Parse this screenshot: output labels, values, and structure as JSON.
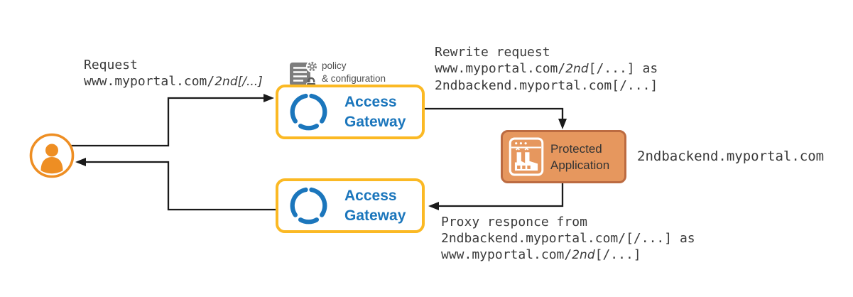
{
  "colors": {
    "user_orange": "#EE8E23",
    "gateway_border": "#FBB924",
    "gateway_blue": "#1B76BC",
    "app_fill": "#E6975E",
    "app_border": "#BC6B41",
    "policy_gray": "#7D7D7D",
    "line_black": "#1A1A1A",
    "text_dark": "#3A3A3A"
  },
  "icons": {
    "user": "user-icon",
    "access_gateway": "broken-circle-icon",
    "protected_application": "factory-window-icon",
    "policy": "document-gear-lock-icon"
  },
  "labels": {
    "request": {
      "line1": "Request",
      "line2_prefix": "www.myportal.com/",
      "line2_italic": "2nd[/...]"
    },
    "policy": {
      "line1": "policy",
      "line2": "& configuration"
    },
    "rewrite": {
      "line1": "Rewrite request",
      "line2_prefix": "www.myportal.com/",
      "line2_italic": "2nd",
      "line2_suffix": "[/...] as",
      "line3": "2ndbackend.myportal.com[/...]"
    },
    "backend_domain": "2ndbackend.myportal.com",
    "proxy": {
      "line1": "Proxy responce from",
      "line2": "2ndbackend.myportal.com/[/...] as",
      "line3_prefix": "www.myportal.com/",
      "line3_italic": "2nd",
      "line3_suffix": "[/...]"
    }
  },
  "nodes": {
    "gateway_top": {
      "line1": "Access",
      "line2": "Gateway"
    },
    "gateway_bottom": {
      "line1": "Access",
      "line2": "Gateway"
    },
    "protected_app": {
      "line1": "Protected",
      "line2": "Application"
    }
  }
}
